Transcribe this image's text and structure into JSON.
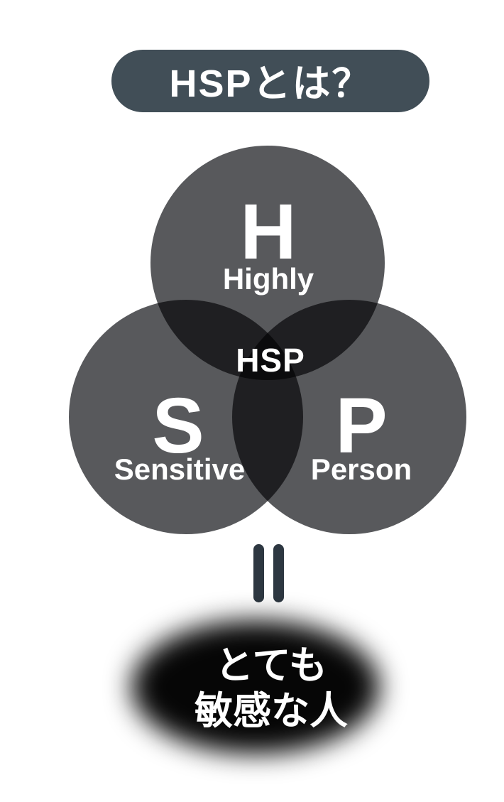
{
  "title": {
    "label": "HSPとは？"
  },
  "venn": {
    "center_label": "HSP",
    "circles": [
      {
        "letter": "H",
        "word": "Highly"
      },
      {
        "letter": "S",
        "word": "Sensitive"
      },
      {
        "letter": "P",
        "word": "Person"
      }
    ]
  },
  "equals": {
    "meaning": "equals-sign"
  },
  "result": {
    "line1": "とても",
    "line2": "敏感な人"
  },
  "colors": {
    "background": "#ffffff",
    "title_pill": "#414e57",
    "circle_fill": "#58595c",
    "overlap_two": "#1f1f20",
    "overlap_three": "#0b0b0b",
    "equals_sign": "#2d3741",
    "result_blob": "#060606",
    "text": "#ffffff"
  }
}
